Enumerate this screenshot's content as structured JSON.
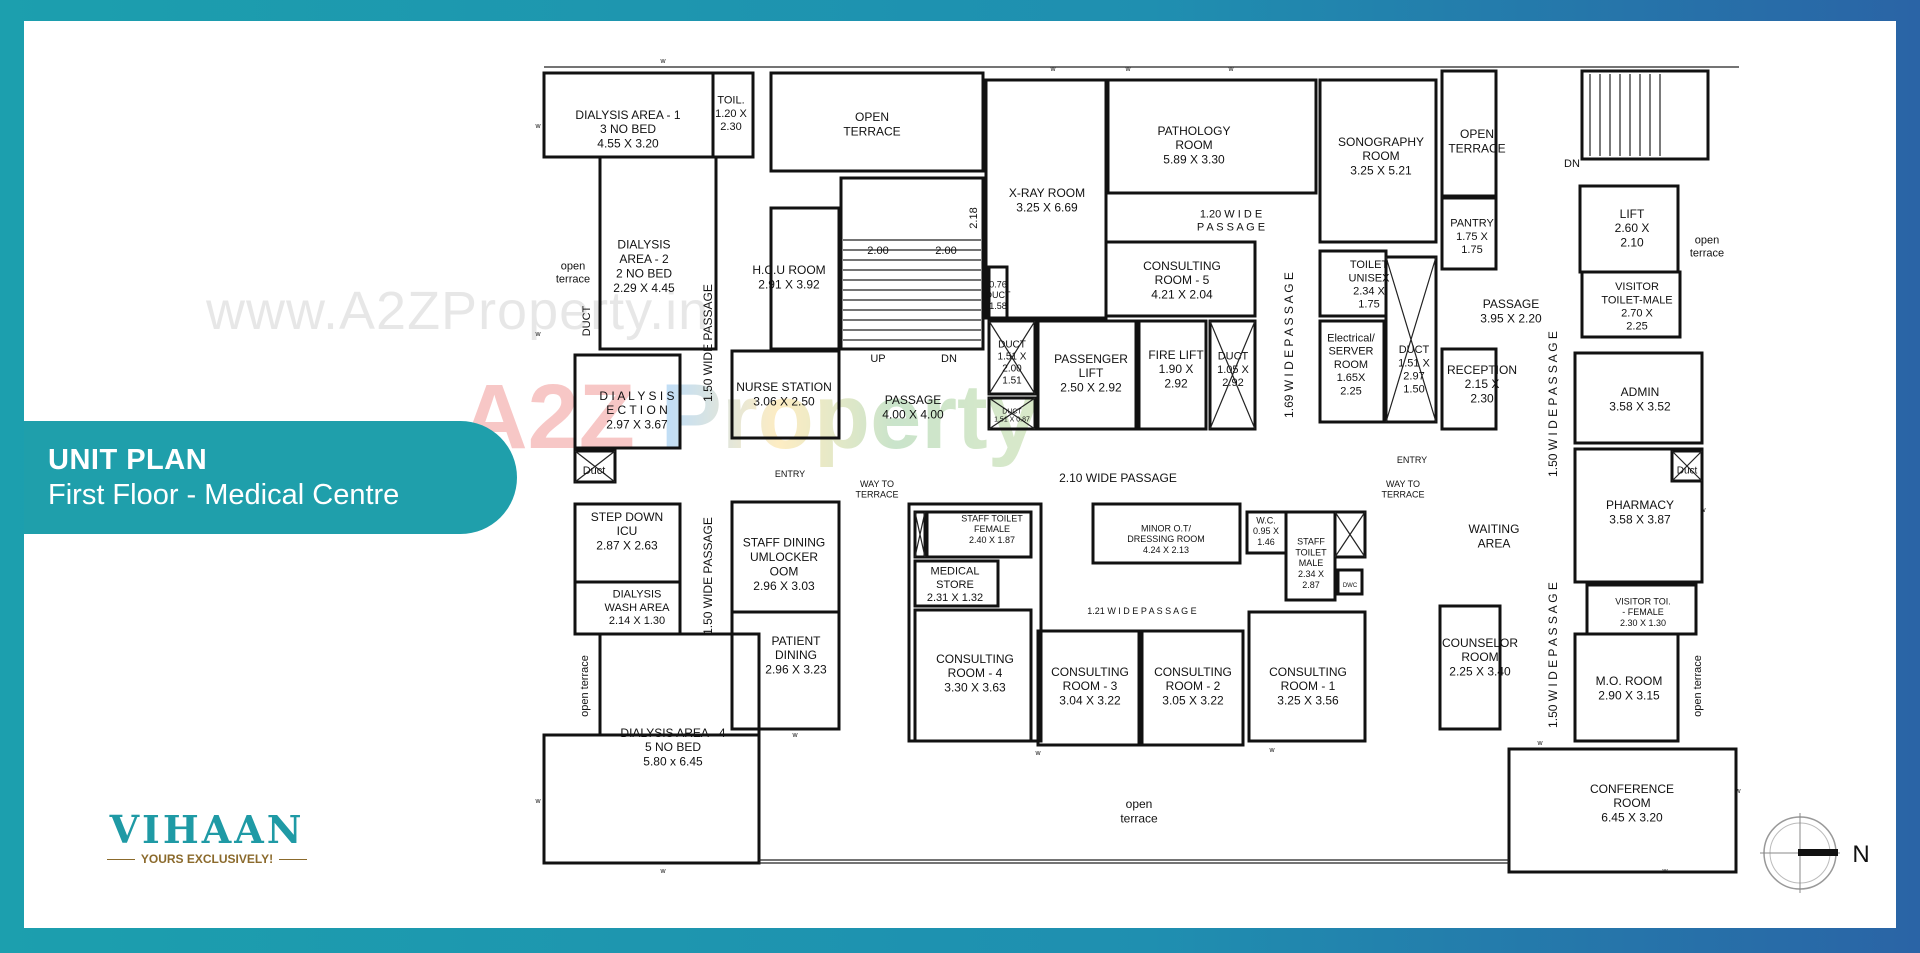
{
  "header": {
    "title": "UNIT PLAN",
    "subtitle": "First Floor - Medical Centre"
  },
  "brand": {
    "name": "VIHAAN",
    "tagline": "YOURS EXCLUSIVELY!",
    "color": "#1f9aa5",
    "tagline_color": "#8b6a2c"
  },
  "watermarks": {
    "url": "www.A2ZProperty.in",
    "logo": "A2Z Property"
  },
  "compass": {
    "label": "N"
  },
  "window_mark": "w",
  "labels": {
    "dialysis1": [
      "DIALYSIS  AREA  - 1",
      "3 NO BED",
      "4.55 X 3.20"
    ],
    "toil": [
      "TOIL.",
      "1.20 X",
      "2.30"
    ],
    "terrace_top": [
      "OPEN",
      "TERRACE"
    ],
    "dialysis2": [
      "DIALYSIS",
      "AREA  - 2",
      "2 NO BED",
      "2.29 X 4.45"
    ],
    "terrace_left": [
      "open",
      "terrace"
    ],
    "duct_left": [
      "DUCT"
    ],
    "hcu": [
      "H.C.U ROOM",
      "2.91 X 3.92"
    ],
    "passage_left": [
      "1.50 WIDE PASSAGE"
    ],
    "stair_dim1": [
      "2.00"
    ],
    "stair_dim2": [
      "2.00"
    ],
    "stair_dim3": [
      "2.18"
    ],
    "stair_up": [
      "UP"
    ],
    "stair_dn": [
      "DN"
    ],
    "nurse": [
      "NURSE STATION",
      "3.06 X 2.50"
    ],
    "passage_center": [
      "PASSAGE",
      "4.00 X 4.00"
    ],
    "dialysis_section": [
      "D I A L Y S I S",
      "E C T I O N",
      "2.97 X 3.67"
    ],
    "duct_box": [
      "Duct"
    ],
    "entry_left": [
      "ENTRY"
    ],
    "way_left": [
      "WAY TO",
      "TERRACE"
    ],
    "stepdown": [
      "STEP DOWN",
      "ICU",
      "2.87 X 2.63"
    ],
    "staff_dining": [
      "STAFF DINING",
      "UMLOCKER",
      "OOM",
      "2.96 X 3.03"
    ],
    "wash": [
      "DIALYSIS",
      "WASH AREA",
      "2.14 X 1.30"
    ],
    "passage_left2": [
      "1.50 WIDE PASSAGE"
    ],
    "patient_dining": [
      "PATIENT",
      "DINING",
      "2.96 X 3.23"
    ],
    "terrace_left2": [
      "open terrace"
    ],
    "dialysis4": [
      "DIALYSIS  AREA  - 4",
      "5 NO BED",
      "5.80 x 6.45"
    ],
    "xray": [
      "X-RAY ROOM",
      "3.25 X 6.69"
    ],
    "pathology": [
      "PATHOLOGY",
      "ROOM",
      "5.89 X 3.30"
    ],
    "passage_120": [
      "1.20 W I D E",
      "P A S S A G E"
    ],
    "sonography": [
      "SONOGRAPHY",
      "ROOM",
      "3.25 X 5.21"
    ],
    "consult5": [
      "CONSULTING",
      "ROOM - 5",
      "4.21 X 2.04"
    ],
    "duct_076": [
      "0.76",
      "DUCT",
      "1.58"
    ],
    "duct_151": [
      "DUCT",
      "1.51 X",
      "2.00",
      "1.51"
    ],
    "duct_small": [
      "DUCT",
      "1.51 X 0.87"
    ],
    "passenger_lift": [
      "PASSENGER",
      "LIFT",
      "2.50 X 2.92"
    ],
    "fire_lift": [
      "FIRE LIFT",
      "1.90 X",
      "2.92"
    ],
    "duct_105": [
      "DUCT",
      "1.05 X",
      "2.92"
    ],
    "passage_169": [
      "1.69  W I D E   P A S S A G E"
    ],
    "toilet_unisex": [
      "TOILET",
      "UNISEX",
      "2.34 X",
      "1.75"
    ],
    "electrical": [
      "Electrical/",
      "SERVER",
      "ROOM",
      "1.65X",
      "2.25"
    ],
    "duct_151b": [
      "DUCT",
      "1.51 X",
      "2.97",
      "1.50"
    ],
    "passage_210": [
      "2.10  WIDE PASSAGE"
    ],
    "staff_toilet_f": [
      "STAFF TOILET",
      "FEMALE",
      "2.40 X 1.87"
    ],
    "medical_store": [
      "MEDICAL",
      "STORE",
      "2.31 X 1.32"
    ],
    "minor_ot": [
      "MINOR O.T/",
      "DRESSING ROOM",
      "4.24 X 2.13"
    ],
    "wc": [
      "W.C.",
      "0.95 X",
      "1.46"
    ],
    "staff_toilet_m": [
      "STAFF",
      "TOILET",
      "MALE",
      "2.34 X",
      "2.87"
    ],
    "dwc": [
      "DWC"
    ],
    "passage_121": [
      "1.21  W I D E     P A S S A G E"
    ],
    "consult4": [
      "CONSULTING",
      "ROOM - 4",
      "3.30 X 3.63"
    ],
    "consult3": [
      "CONSULTING",
      "ROOM - 3",
      "3.04 X 3.22"
    ],
    "consult2": [
      "CONSULTING",
      "ROOM - 2",
      "3.05 X 3.22"
    ],
    "consult1": [
      "CONSULTING",
      "ROOM - 1",
      "3.25 X 3.56"
    ],
    "terrace_bottom": [
      "open",
      "terrace"
    ],
    "terrace_right_top": [
      "OPEN",
      "TERRACE"
    ],
    "stair_dn_right": [
      "DN"
    ],
    "pantry": [
      "PANTRY",
      "1.75 X",
      "1.75"
    ],
    "lift": [
      "LIFT",
      "2.60 X",
      "2.10"
    ],
    "terrace_right": [
      "open",
      "terrace"
    ],
    "visitor_male": [
      "VISITOR",
      "TOILET-MALE",
      "2.70 X",
      "2.25"
    ],
    "passage_395": [
      "PASSAGE",
      "3.95 X 2.20"
    ],
    "reception": [
      "RECEPTION",
      "2.15 X",
      "2.30"
    ],
    "admin": [
      "ADMIN",
      "3.58 X 3.52"
    ],
    "passage_right": [
      "1.50  W I D E   P A S S A G E"
    ],
    "entry_right": [
      "ENTRY"
    ],
    "way_right": [
      "WAY TO",
      "TERRACE"
    ],
    "duct_pharmacy": [
      "Duct"
    ],
    "pharmacy": [
      "PHARMACY",
      "3.58 X 3.87"
    ],
    "waiting": [
      "WAITING",
      "AREA"
    ],
    "visitor_female": [
      "VISITOR TOI.",
      "- FEMALE",
      "2.30 X 1.30"
    ],
    "counselor": [
      "COUNSELOR",
      "ROOM",
      "2.25 X 3.40"
    ],
    "passage_right2": [
      "1.50  W I D E   P A S S A G E"
    ],
    "mo_room": [
      "M.O. ROOM",
      "2.90 X 3.15"
    ],
    "terrace_right2": [
      "open terrace"
    ],
    "conference": [
      "CONFERENCE",
      "ROOM",
      "6.45 X 3.20"
    ]
  }
}
